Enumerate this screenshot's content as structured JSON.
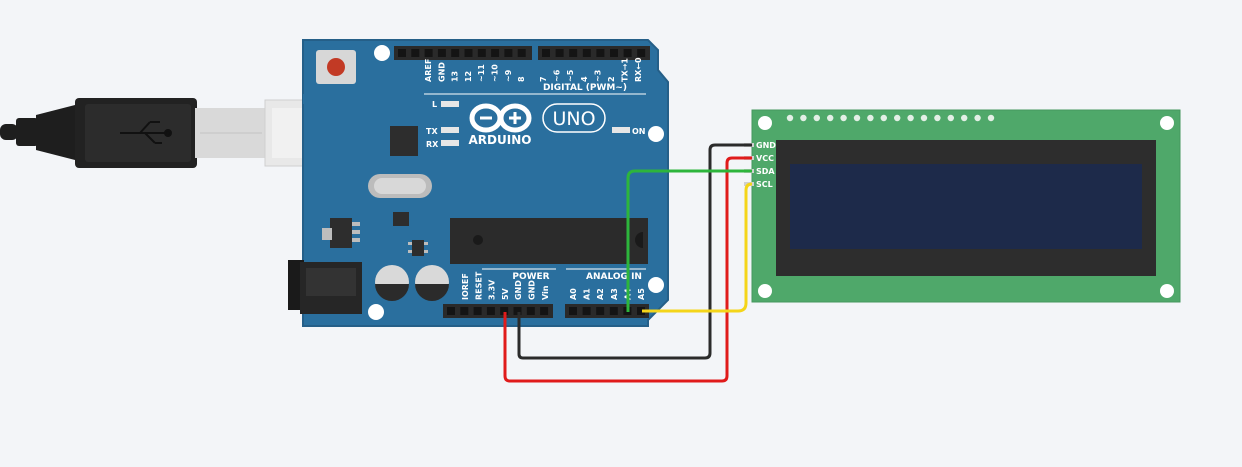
{
  "board": {
    "name": "ARDUINO",
    "model": "UNO",
    "digital_header_label": "DIGITAL (PWM~)",
    "power_header_label": "POWER",
    "analog_header_label": "ANALOG IN",
    "led_l_label": "L",
    "led_tx_label": "TX",
    "led_rx_label": "RX",
    "led_on_label": "ON",
    "digital_pins": [
      "AREF",
      "GND",
      "13",
      "12",
      "~11",
      "~10",
      "~9",
      "8",
      "7",
      "~6",
      "~5",
      "4",
      "~3",
      "2",
      "TX→1",
      "RX←0"
    ],
    "power_pins": [
      "IOREF",
      "RESET",
      "3.3V",
      "5V",
      "GND",
      "GND",
      "Vin"
    ],
    "analog_pins": [
      "A0",
      "A1",
      "A2",
      "A3",
      "A4",
      "A5"
    ],
    "board_color": "#2a6f9e"
  },
  "lcd": {
    "pins": [
      "GND",
      "VCC",
      "SDA",
      "SCL"
    ],
    "board_color": "#4fa86a",
    "screen_color": "#1d2a4a"
  },
  "wires": [
    {
      "from": "GND",
      "to": "GND",
      "color": "#2b2b2b"
    },
    {
      "from": "5V",
      "to": "VCC",
      "color": "#e01b1b"
    },
    {
      "from": "A4",
      "to": "SDA",
      "color": "#2db53c"
    },
    {
      "from": "A5",
      "to": "SCL",
      "color": "#f4d51a"
    }
  ]
}
